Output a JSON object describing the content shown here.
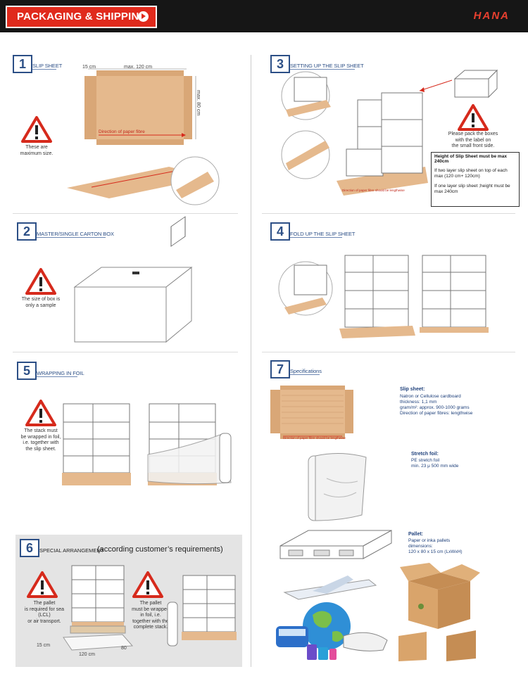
{
  "header": {
    "tab_label": "PACKAGING & SHIPPING",
    "brand": "HANA"
  },
  "colors": {
    "accent": "#e02a1c",
    "navy": "#2c4f86",
    "kraft": "#e5b98d",
    "bar": "#161616"
  },
  "icons": [
    "arrow-right-icon",
    "warning-triangle-icon"
  ],
  "sections": {
    "s1": {
      "num": "1",
      "title": "SLIP SHEET",
      "dim_15": "15 cm",
      "dim_120": "max. 120 cm",
      "dim_80": "max. 80 cm",
      "fibre": "Direction of paper fibre",
      "warning": "These are\nmaximum size."
    },
    "s2": {
      "num": "2",
      "title": "MASTER/SINGLE CARTON BOX",
      "warning": "The size of box is\nonly a sample"
    },
    "s3": {
      "num": "3",
      "title": "SETTING UP THE SLIP SHEET",
      "pack_note": "Please pack the boxes\nwith the label on\nthe small front side.",
      "fibre": "Direction of paper fibre should be lengthwise",
      "height_title": "Height of Slip Sheet must be max 240cm",
      "height_two": "If two layer slip sheet on top of each max (120 cm+ 120cm)",
      "height_one": "If one layer  slip sheet ;height must be max 240cm"
    },
    "s4": {
      "num": "4",
      "title": "FOLD UP THE SLIP SHEET"
    },
    "s5": {
      "num": "5",
      "title": "WRAPPING IN FOIL",
      "warning": "The stack must\nbe wrapped in foil,\ni.e. together with\nthe slip sheet."
    },
    "s6": {
      "num": "6",
      "title": "SPECIAL ARRANGEMENT",
      "subtitle": "(according customer’s requirements)",
      "warn_left": "The pallet\nis required for sea (LCL)\nor air transport.",
      "warn_right": "The pallet\nmust be wrapped\nin foil, i.e.\ntogether with the\ncomplete stack.",
      "dim_15": "15 cm",
      "dim_120": "120 cm",
      "dim_80": "80"
    },
    "s7": {
      "num": "7",
      "title": "Specifications",
      "slip_h": "Slip sheet:",
      "slip_t": "Natron or Cellulose cardboard\nthickness:       1,1 mm\ngram/m²:      approx. 900-1000 grams\nDirection of paper fibres:    lengthwise",
      "fibre": "Direction of paper fibre should be lengthwise",
      "foil_h": "Stretch foil:",
      "foil_t": "PE stretch foil\nmin. 23 μ 500 mm wide",
      "pallet_h": "Pallet:",
      "pallet_t": "Paper or inka pallets\ndimensions:\n120 x 80 x 15 cm (LxWxH)"
    }
  }
}
